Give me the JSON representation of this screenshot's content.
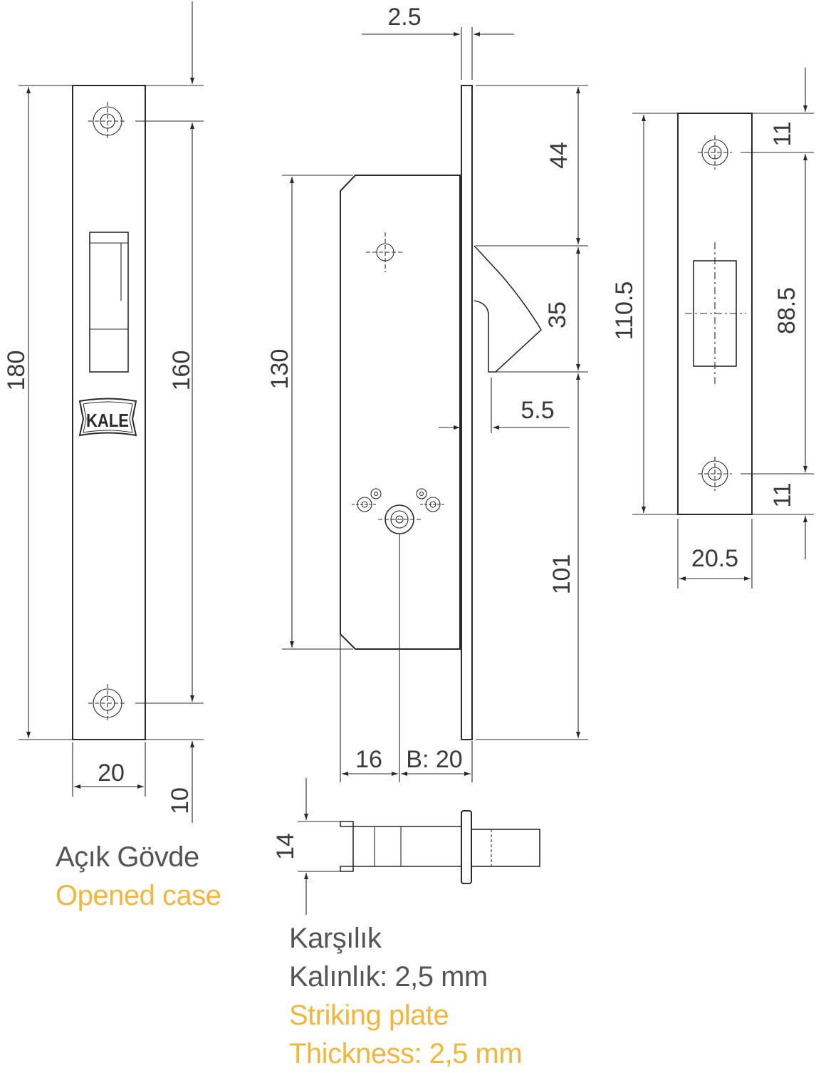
{
  "dimensions": {
    "faceplate_length": "180",
    "fixing_hole_spacing": "160",
    "faceplate_width": "20",
    "hole_offset": "10",
    "faceplate_thickness": "2.5",
    "top_to_latch": "44",
    "latch_height": "35",
    "latch_projection": "5.5",
    "case_height": "130",
    "latch_to_bottom": "101",
    "case_depth_offset": "16",
    "backset": "B: 20",
    "strike_length": "110.5",
    "strike_hole_spacing": "88.5",
    "strike_hole_offset_top": "11",
    "strike_hole_offset_bottom": "11",
    "strike_width": "20.5",
    "bolt_height": "14"
  },
  "brand": {
    "logo_text": "KALE"
  },
  "captions": {
    "opened_case_tr": "Açık Gövde",
    "opened_case_en": "Opened case",
    "strike_tr_1": "Karşılık",
    "strike_tr_2": "Kalınlık: 2,5 mm",
    "strike_en_1": "Striking plate",
    "strike_en_2": "Thickness: 2,5 mm"
  },
  "colors": {
    "line": "#2a2a2a",
    "turkish_text": "#555555",
    "english_text": "#f2b63f"
  }
}
